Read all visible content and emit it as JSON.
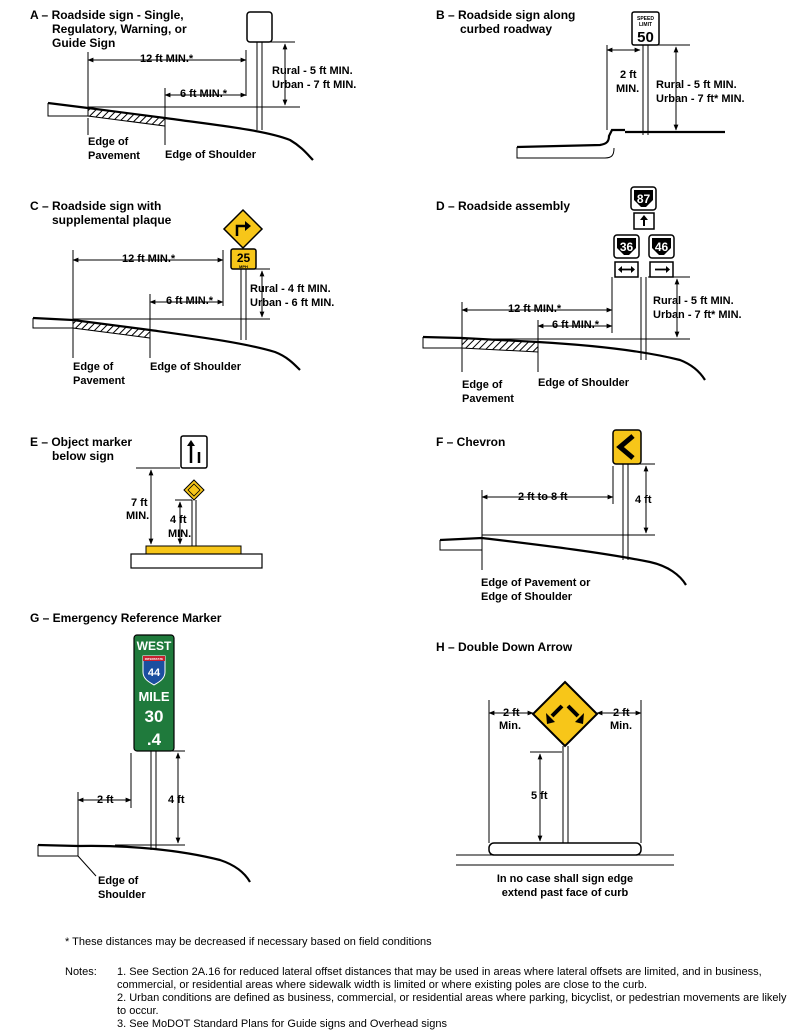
{
  "panels": {
    "A": {
      "title": [
        "A – Roadside sign - Single,",
        "Regulatory, Warning, or",
        "Guide Sign"
      ],
      "dim1": "12 ft MIN.*",
      "dim2": "6 ft MIN.*",
      "height": [
        "Rural - 5 ft MIN.",
        "Urban - 7 ft MIN."
      ],
      "edge_pavement": [
        "Edge of",
        "Pavement"
      ],
      "edge_shoulder": "Edge of Shoulder"
    },
    "B": {
      "title": [
        "B – Roadside sign along",
        "curbed roadway"
      ],
      "dim1": [
        "2 ft",
        "MIN."
      ],
      "height": [
        "Rural - 5 ft MIN.",
        "Urban - 7 ft* MIN."
      ],
      "sign": [
        "SPEED",
        "LIMIT",
        "50"
      ]
    },
    "C": {
      "title": [
        "C – Roadside sign with",
        "supplemental plaque"
      ],
      "dim1": "12 ft MIN.*",
      "dim2": "6 ft MIN.*",
      "height": [
        "Rural - 4 ft MIN.",
        "Urban - 6 ft MIN."
      ],
      "edge_pavement": [
        "Edge of",
        "Pavement"
      ],
      "edge_shoulder": "Edge of Shoulder",
      "plaque": [
        "25",
        "MPH"
      ]
    },
    "D": {
      "title": "D – Roadside assembly",
      "dim1": "12 ft MIN.*",
      "dim2": "6 ft MIN.*",
      "height": [
        "Rural - 5 ft MIN.",
        "Urban - 7 ft* MIN."
      ],
      "edge_pavement": [
        "Edge of",
        "Pavement"
      ],
      "edge_shoulder": "Edge of Shoulder",
      "shields": [
        "87",
        "36",
        "46"
      ]
    },
    "E": {
      "title": [
        "E – Object marker",
        "below sign"
      ],
      "dim1": [
        "7 ft",
        "MIN."
      ],
      "dim2": [
        "4 ft",
        "MIN."
      ]
    },
    "F": {
      "title": "F – Chevron",
      "dim1": "2 ft to 8 ft",
      "dim2": "4 ft",
      "edge": [
        "Edge of Pavement or",
        "Edge of Shoulder"
      ]
    },
    "G": {
      "title": "G – Emergency Reference Marker",
      "dim1": "2 ft",
      "dim2": "4 ft",
      "edge": [
        "Edge of",
        "Shoulder"
      ],
      "sign": [
        "WEST",
        "INTERSTATE",
        "44",
        "MILE",
        "30",
        ".4"
      ]
    },
    "H": {
      "title": "H – Double Down Arrow",
      "dim1": [
        "2 ft",
        "Min."
      ],
      "dim2": [
        "2 ft",
        "Min."
      ],
      "dim3": "5 ft",
      "caption": [
        "In no case shall sign edge",
        "extend past face of curb"
      ]
    }
  },
  "footnote": "* These distances may be decreased if necessary based on field conditions",
  "notes_label": "Notes:",
  "notes": [
    "1. See Section 2A.16 for reduced lateral offset distances that may be used in areas where lateral offsets are limited, and in business, commercial, or residential areas where sidewalk width is limited or where existing poles are close to the curb.",
    "2. Urban conditions are defined as business, commercial, or residential areas where parking, bicyclist, or pedestrian movements are likely to occur.",
    "3. See MoDOT Standard Plans for Guide signs and Overhead signs"
  ],
  "colors": {
    "warning_yellow": "#f7c619",
    "guide_green": "#1f7a3c",
    "interstate_blue": "#1c4fa0",
    "interstate_red": "#c8202f",
    "hatch": "#000000"
  }
}
